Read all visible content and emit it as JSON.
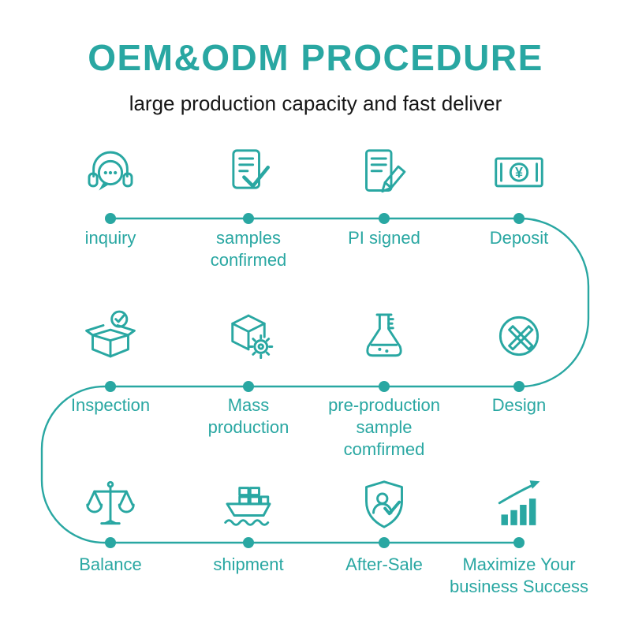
{
  "header": {
    "title": "OEM&ODM PROCEDURE",
    "subtitle": "large production capacity and fast deliver"
  },
  "theme": {
    "accent": "#29A7A2",
    "text": "#161616",
    "background": "#FFFFFF"
  },
  "flow": {
    "rows": [
      {
        "steps": [
          {
            "label": "inquiry",
            "icon": "headset-chat-icon"
          },
          {
            "label": "samples\nconfirmed",
            "icon": "document-check-icon"
          },
          {
            "label": "PI signed",
            "icon": "document-pencil-icon"
          },
          {
            "label": "Deposit",
            "icon": "banknote-yen-icon"
          }
        ]
      },
      {
        "steps": [
          {
            "label": "Inspection",
            "icon": "open-box-check-icon"
          },
          {
            "label": "Mass\nproduction",
            "icon": "cube-gear-icon"
          },
          {
            "label": "pre-production\nsample\ncomfirmed",
            "icon": "flask-icon"
          },
          {
            "label": "Design",
            "icon": "design-tools-icon"
          }
        ]
      },
      {
        "steps": [
          {
            "label": "Balance",
            "icon": "balance-scale-icon"
          },
          {
            "label": "shipment",
            "icon": "cargo-ship-icon"
          },
          {
            "label": "After-Sale",
            "icon": "shield-user-check-icon"
          },
          {
            "label": "Maximize Your\nbusiness Success",
            "icon": "growth-chart-icon"
          }
        ]
      }
    ]
  }
}
